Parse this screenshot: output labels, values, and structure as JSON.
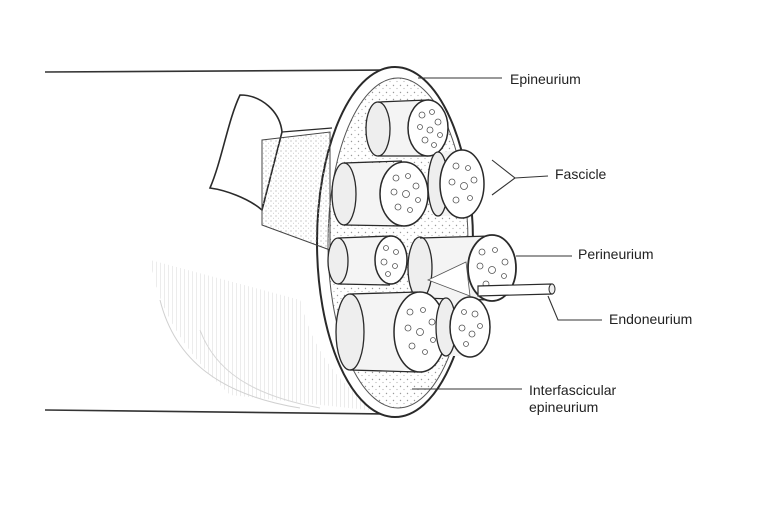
{
  "diagram": {
    "labels": {
      "epineurium": "Epineurium",
      "fascicle": "Fascicle",
      "perineurium": "Perineurium",
      "endoneurium": "Endoneurium",
      "interfascicular_line1": "Interfascicular",
      "interfascicular_line2": "epineurium"
    },
    "colors": {
      "ink": "#2a2a2a",
      "paper": "#ffffff",
      "stipple": "#bbbbbb"
    }
  }
}
